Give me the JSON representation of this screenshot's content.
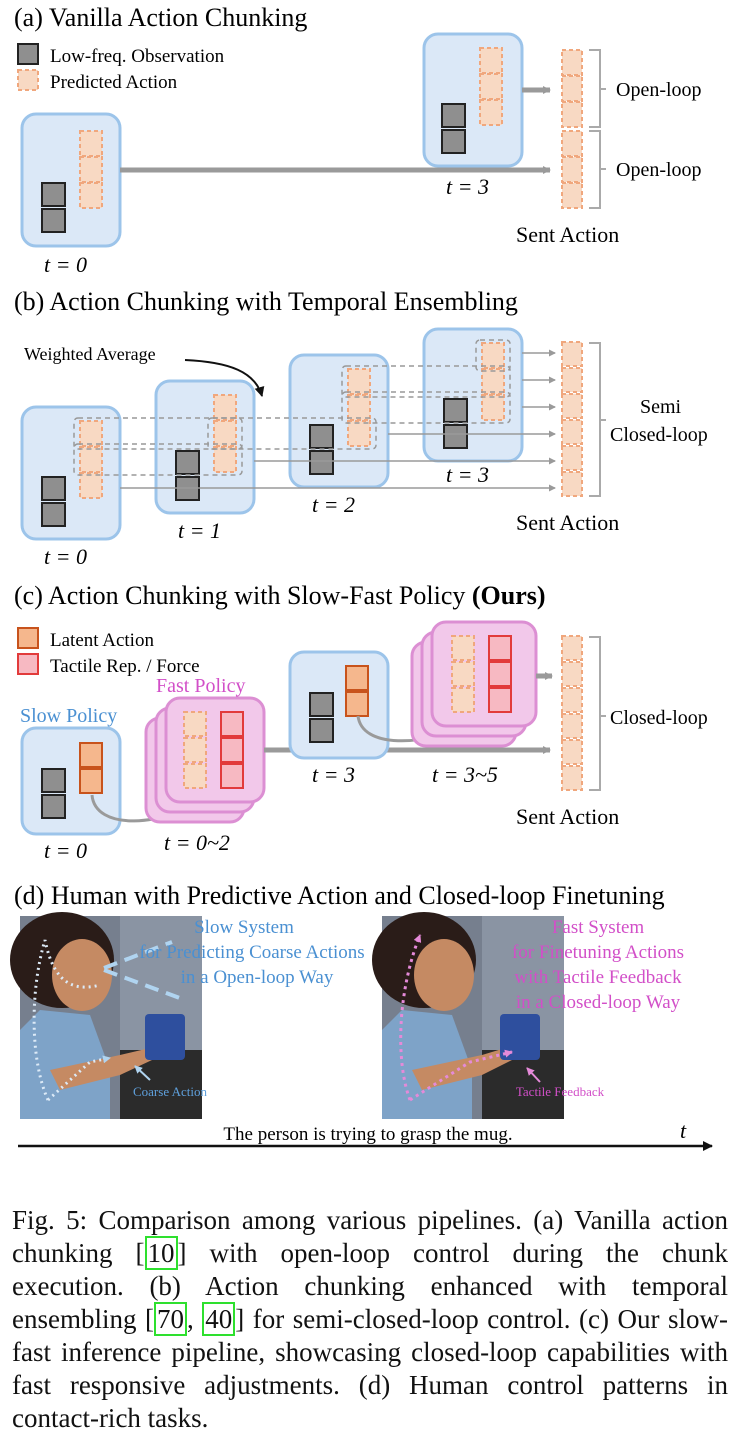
{
  "panel_a": {
    "title": "(a) Vanilla Action Chunking",
    "legend_obs": "Low-freq. Observation",
    "legend_pred": "Predicted Action",
    "label_t0": "t = 0",
    "label_t3": "t = 3",
    "open_loop_1": "Open-loop",
    "open_loop_2": "Open-loop",
    "sent_action": "Sent Action"
  },
  "panel_b": {
    "title": "(b) Action Chunking with Temporal Ensembling",
    "weighted_average": "Weighted Average",
    "label_t0": "t = 0",
    "label_t1": "t = 1",
    "label_t2": "t = 2",
    "label_t3": "t = 3",
    "semi": "Semi",
    "closed_loop": "Closed-loop",
    "sent_action": "Sent Action"
  },
  "panel_c": {
    "title": "(c) Action Chunking with Slow-Fast Policy ",
    "title_bold": "(Ours)",
    "legend_latent": "Latent Action",
    "legend_tactile": "Tactile Rep. / Force",
    "slow_policy": "Slow Policy",
    "fast_policy": "Fast Policy",
    "label_t0": "t = 0",
    "label_t02": "t = 0~2",
    "label_t3": "t = 3",
    "label_t35": "t = 3~5",
    "closed_loop": "Closed-loop",
    "sent_action": "Sent Action"
  },
  "panel_d": {
    "title": "(d) Human with Predictive Action and Closed-loop Finetuning",
    "slow_line1": "Slow System",
    "slow_line2": "for Predicting Coarse Actions",
    "slow_line3": "in a Open-loop Way",
    "fast_line1": "Fast System",
    "fast_line2": "for Finetuning Actions",
    "fast_line3": "with Tactile Feedback",
    "fast_line4": "in a Closed-loop Way",
    "coarse_action": "Coarse Action",
    "tactile_feedback": "Tactile Feedback",
    "timeline_text": "The person is trying to grasp the mug.",
    "t_axis": "t"
  },
  "caption": {
    "part1": "Fig. 5: Comparison among various pipelines. (a) Vanilla action chunking ",
    "ref1": "10",
    "part2": " with open-loop control during the chunk execution. (b) Action chunking enhanced with temporal ensembling ",
    "ref2": "70",
    "ref3": "40",
    "part3": " for semi-closed-loop control. (c) Our slow-fast inference pipeline, showcasing closed-loop capabilities with fast responsive adjustments. (d) Human control patterns in contact-rich tasks."
  },
  "colors": {
    "policy_box": "#dbe8f7",
    "policy_border": "#9cc4ea",
    "observation": "#8f8f8f",
    "predicted_action": "#f8d9c3",
    "predicted_border": "#f0a77d",
    "latent_action": "#f5b78d",
    "latent_border": "#c8531c",
    "tactile": "#f7b9c2",
    "tactile_border": "#e23b3b",
    "fast_box": "#f2c8ea",
    "fast_border": "#dc8fd3",
    "slow_text": "#4a90d2",
    "fast_text": "#d24fc8",
    "arrow": "#9a9a9a"
  }
}
